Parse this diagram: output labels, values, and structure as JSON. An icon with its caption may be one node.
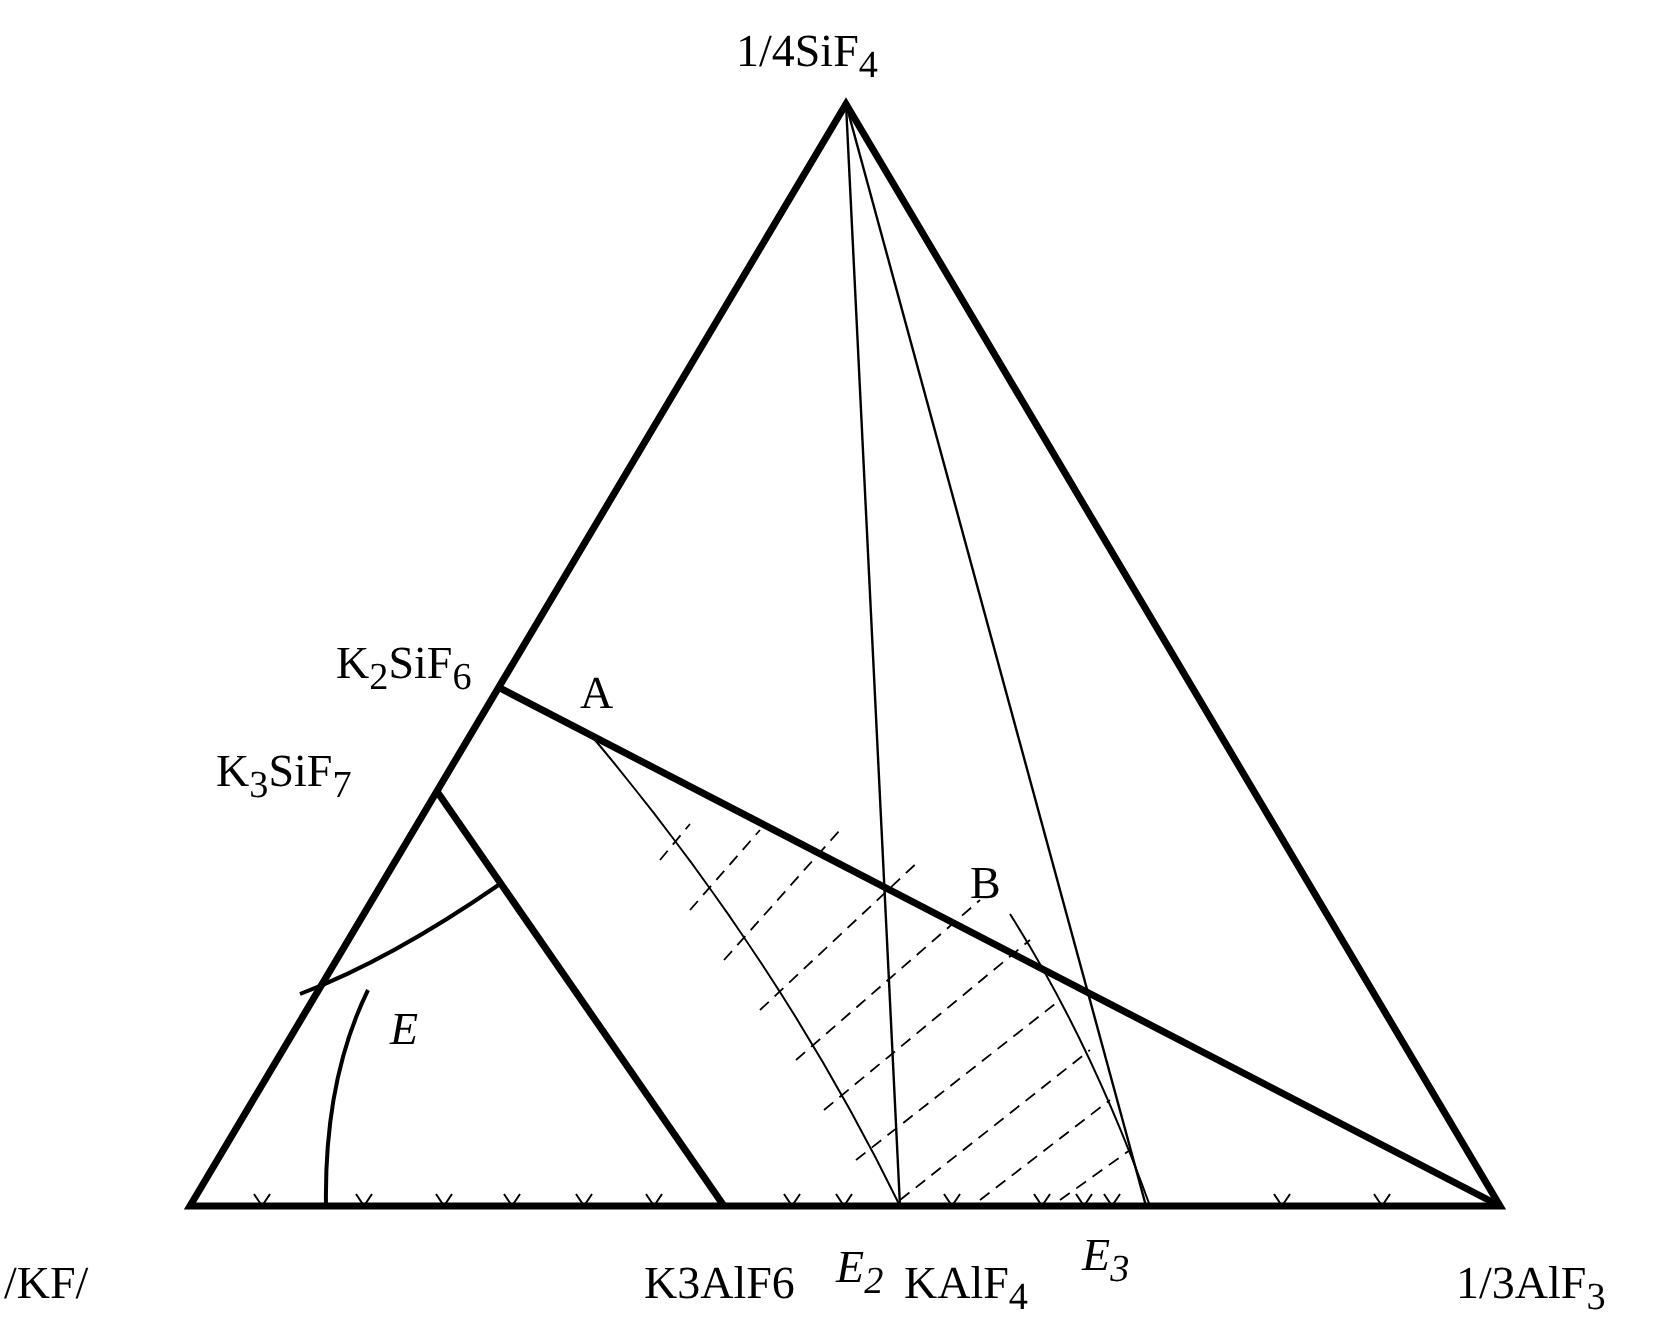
{
  "diagram": {
    "labels": [
      "1/4SiF$_{4}$",
      "K$_{2}$SiF$_{6}$",
      "A",
      "K$_{3}$SiF$_{7}$",
      "B",
      "E",
      "/KF/",
      "K3AlF6",
      "E$_{2}$",
      "KAlF$_{4}$",
      "E$_{3}$",
      "1/3AlF$_{3}$"
    ]
  }
}
